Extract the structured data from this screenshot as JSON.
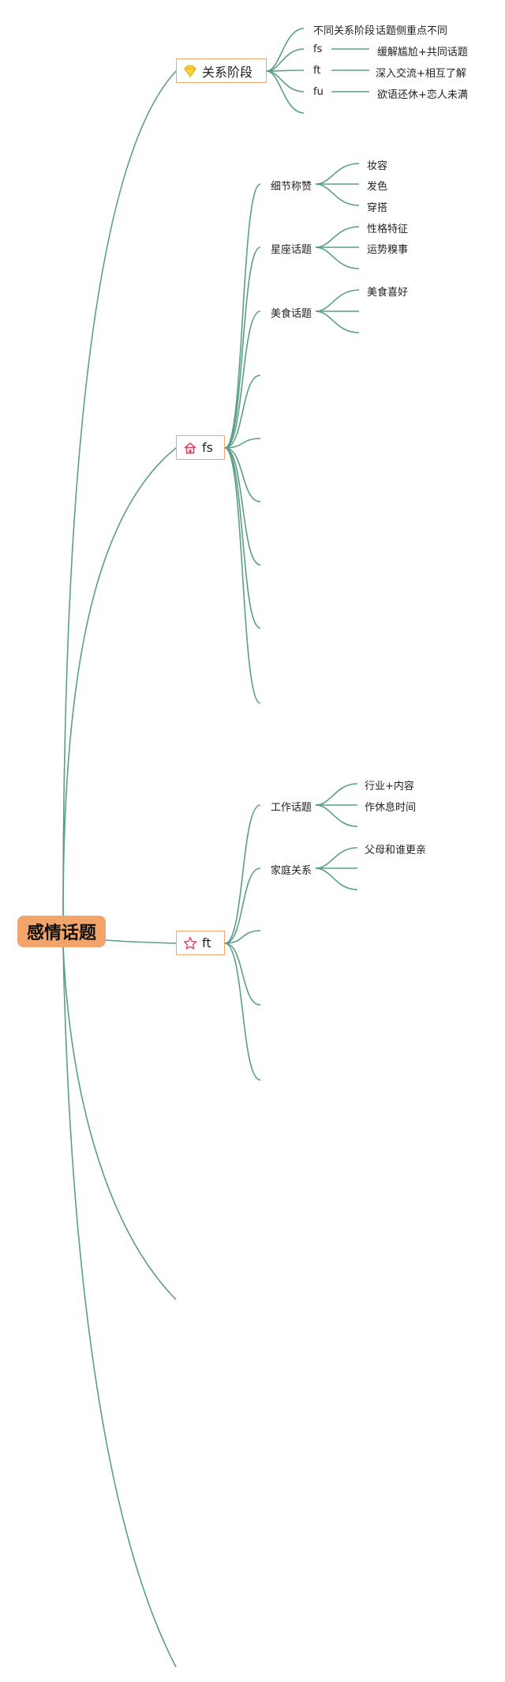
{
  "root": {
    "label": "感情话题"
  },
  "topics": {
    "relationship": {
      "icon": "diamond-icon",
      "label": "关系阶段",
      "items": [
        {
          "left": "不同关系阶段",
          "right": "话题侧重点不同"
        },
        {
          "left": "fs",
          "right": "缓解尴尬+共同话题"
        },
        {
          "left": "ft",
          "right": "深入交流+相互了解"
        },
        {
          "left": "fu",
          "right": "欲语还休+恋人未满"
        }
      ]
    },
    "fs": {
      "icon": "home-icon",
      "label": "fs",
      "groups": [
        {
          "label": "细节称赞",
          "children": [
            "妆容",
            "发色",
            "穿搭"
          ]
        },
        {
          "label": "星座话题",
          "children": [
            "性格特征",
            "运势糗事"
          ]
        },
        {
          "label": "美食话题",
          "children": [
            "美食喜好"
          ]
        }
      ]
    },
    "ft": {
      "icon": "star-icon",
      "label": "ft",
      "groups": [
        {
          "label": "工作话题",
          "children": [
            "行业+内容",
            "作休息时间"
          ]
        },
        {
          "label": "家庭关系",
          "children": [
            "父母和谁更亲"
          ]
        }
      ]
    }
  },
  "colors": {
    "edge": "#5a9e89",
    "root_fill": "#f2a46a",
    "topic_border": "#f2a46a"
  }
}
